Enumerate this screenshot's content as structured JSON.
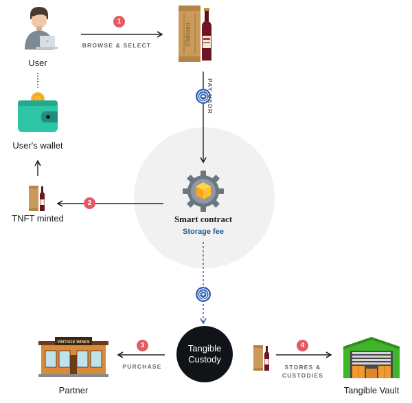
{
  "nodes": {
    "user": "User",
    "wallet": "User's wallet",
    "tnft": "TNFT minted",
    "smart_contract": "Smart contract",
    "storage_fee": "Storage fee",
    "custody_line1": "Tangible",
    "custody_line2": "Custody",
    "partner": "Partner",
    "vault": "Tangible Vault"
  },
  "edges": {
    "browse": "BROWSE & SELECT",
    "pay": "PAY USDR",
    "purchase": "PURCHASE",
    "stores_line1": "STORES &",
    "stores_line2": "CUSTODIES"
  },
  "steps": [
    "1",
    "2",
    "3",
    "4"
  ],
  "shop_sign": "VINTAGE WINES",
  "colors": {
    "badge": "#e45a63",
    "usdr": "#2d5fb3",
    "custody": "#101418",
    "circle": "#f1f1f1",
    "storage_fee": "#1f5f97",
    "wallet": "#2ec4a6",
    "vault_green": "#3fb52a",
    "vault_orange": "#f29a2e"
  },
  "icons": {
    "user": "user-at-laptop-icon",
    "wallet": "wallet-icon",
    "wine": "wine-bottle-box-icon",
    "gear": "gear-cube-icon",
    "usdr": "usdr-coin-icon",
    "shop": "wine-shop-icon",
    "vault": "warehouse-icon"
  }
}
